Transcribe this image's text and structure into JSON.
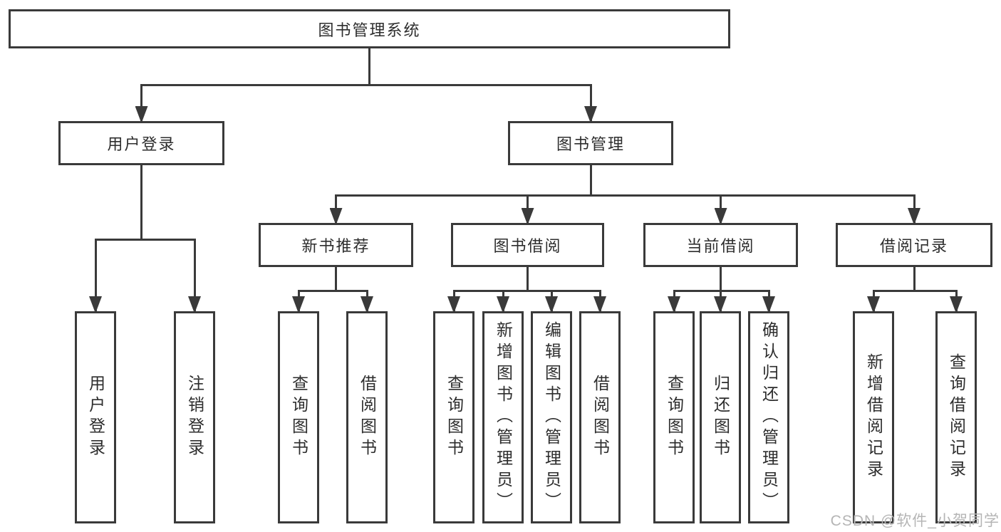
{
  "diagram": {
    "title": "图书管理系统",
    "nodes": [
      {
        "id": "root",
        "label": "图书管理系统",
        "parent": null
      },
      {
        "id": "login",
        "label": "用户登录",
        "parent": "root"
      },
      {
        "id": "mgmt",
        "label": "图书管理",
        "parent": "root"
      },
      {
        "id": "rec",
        "label": "新书推荐",
        "parent": "mgmt"
      },
      {
        "id": "borrow",
        "label": "图书借阅",
        "parent": "mgmt"
      },
      {
        "id": "current",
        "label": "当前借阅",
        "parent": "mgmt"
      },
      {
        "id": "record",
        "label": "借阅记录",
        "parent": "mgmt"
      },
      {
        "id": "l_login",
        "label": "用户登录",
        "parent": "login"
      },
      {
        "id": "l_logout",
        "label": "注销登录",
        "parent": "login"
      },
      {
        "id": "l_q1",
        "label": "查询图书",
        "parent": "rec"
      },
      {
        "id": "l_b1",
        "label": "借阅图书",
        "parent": "rec"
      },
      {
        "id": "l_q2",
        "label": "查询图书",
        "parent": "borrow"
      },
      {
        "id": "l_add",
        "label": "新增图书（管理员）",
        "parent": "borrow"
      },
      {
        "id": "l_edit",
        "label": "编辑图书（管理员）",
        "parent": "borrow"
      },
      {
        "id": "l_b2",
        "label": "借阅图书",
        "parent": "borrow"
      },
      {
        "id": "l_q3",
        "label": "查询图书",
        "parent": "current"
      },
      {
        "id": "l_ret",
        "label": "归还图书",
        "parent": "current"
      },
      {
        "id": "l_confirm",
        "label": "确认归还（管理员）",
        "parent": "current"
      },
      {
        "id": "l_addrec",
        "label": "新增借阅记录",
        "parent": "record"
      },
      {
        "id": "l_qrec",
        "label": "查询借阅记录",
        "parent": "record"
      }
    ]
  },
  "watermark": {
    "text": "CSDN @软件_小贺同学"
  },
  "colors": {
    "line": "#3a3a3a",
    "text": "#2d2d2d",
    "background": "#ffffff",
    "watermark": "#b5b5b5"
  }
}
